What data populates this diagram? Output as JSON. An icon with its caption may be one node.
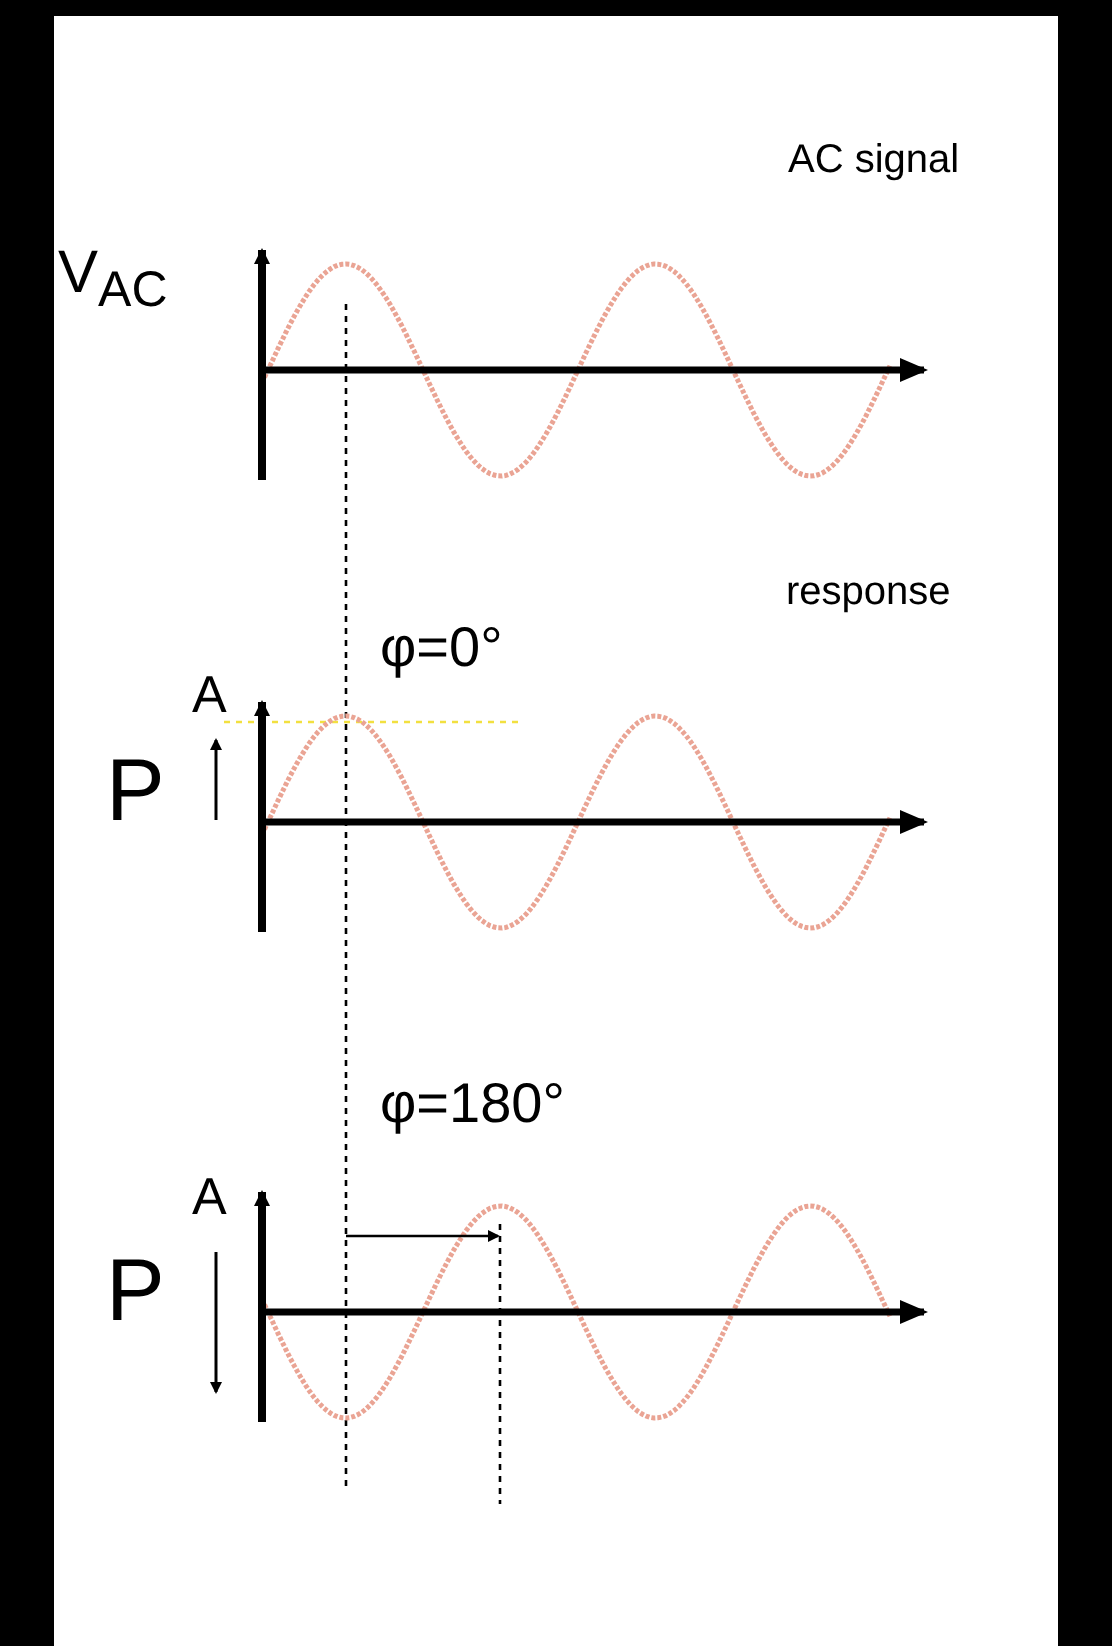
{
  "diagram": {
    "labels": [
      "AC signal",
      "V$_{AC}$",
      "response",
      "φ=0°",
      "A",
      "P",
      "φ=180°",
      "A",
      "P"
    ]
  }
}
